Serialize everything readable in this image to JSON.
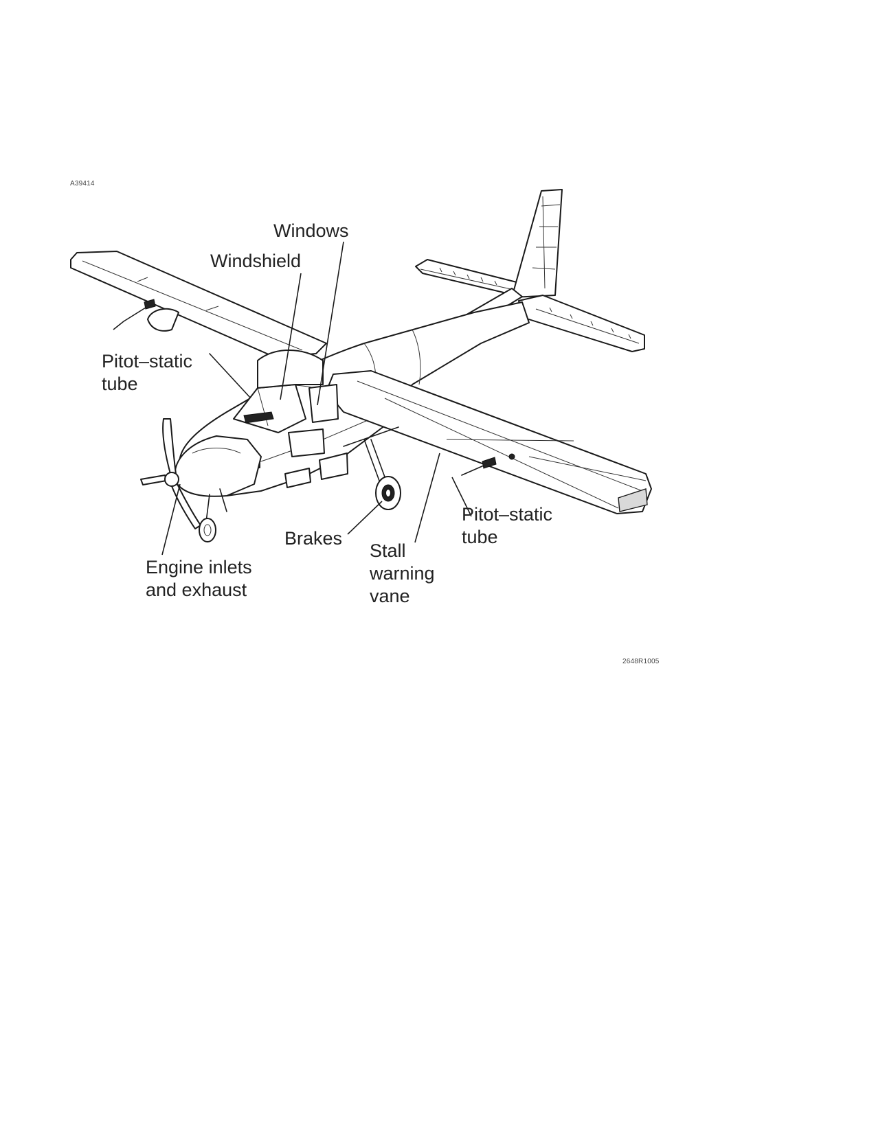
{
  "figure_id": "A39414",
  "figure_code": "2648R1005",
  "labels": {
    "windows": "Windows",
    "windshield": "Windshield",
    "pitot_static_left": "Pitot–static\ntube",
    "pitot_static_right": "Pitot–static\ntube",
    "engine_inlets": "Engine inlets\nand exhaust",
    "brakes": "Brakes",
    "stall_warning_vane": "Stall\nwarning\nvane"
  }
}
